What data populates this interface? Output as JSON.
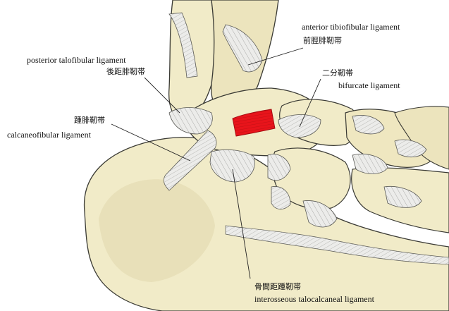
{
  "labels": {
    "anterior_tibiofibular_en": "anterior tibiofibular ligament",
    "anterior_tibiofibular_jp": "前脛腓靭帯",
    "posterior_talofibular_en": "posterior talofibular ligament",
    "posterior_talofibular_jp": "後距腓靭帯",
    "bifurcate_jp": "二分靭帯",
    "bifurcate_en": "bifurcate ligament",
    "calcaneofibular_jp": "踵腓靭帯",
    "calcaneofibular_en": "calcaneofibular ligament",
    "interosseous_jp": "骨間距踵靭帯",
    "interosseous_en": "interosseous talocalcaneal ligament"
  },
  "colors": {
    "bone": "#f1ebc8",
    "bone_shadow": "#d9d0a3",
    "ligament": "#e9e9e6",
    "highlight_ligament": "#e8141b",
    "outline": "#3a3a34"
  }
}
